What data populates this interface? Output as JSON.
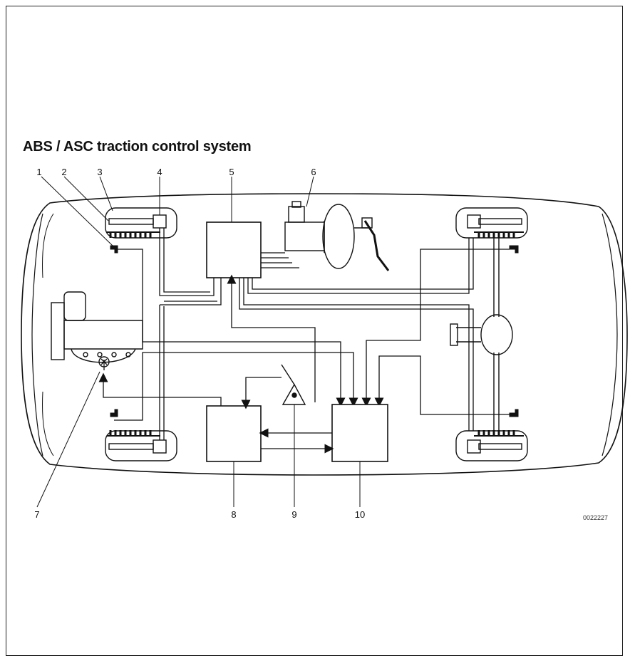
{
  "title": "ABS / ASC traction control system",
  "figure_code": "0022227",
  "callouts": [
    "1",
    "2",
    "3",
    "4",
    "5",
    "6",
    "7",
    "8",
    "9",
    "10"
  ]
}
